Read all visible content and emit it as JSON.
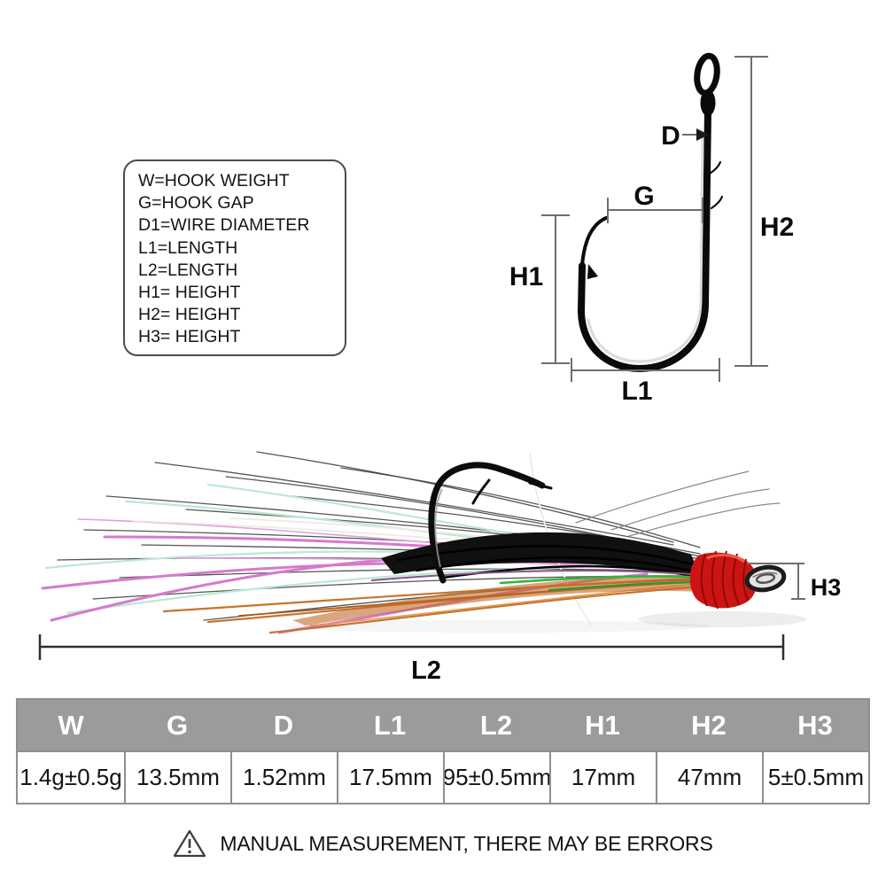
{
  "legend": {
    "lines": [
      "W=HOOK WEIGHT",
      "G=HOOK GAP",
      "D1=WIRE DIAMETER",
      "L1=LENGTH",
      "L2=LENGTH",
      "H1= HEIGHT",
      "H2= HEIGHT",
      "H3= HEIGHT"
    ]
  },
  "diagram": {
    "labels": {
      "d": "D",
      "g": "G",
      "h1": "H1",
      "h2": "H2",
      "l1": "L1"
    }
  },
  "photo": {
    "labels": {
      "h3": "H3",
      "l2": "L2"
    }
  },
  "table": {
    "headers": [
      "W",
      "G",
      "D",
      "L1",
      "L2",
      "H1",
      "H2",
      "H3"
    ],
    "values": [
      "1.4g±0.5g",
      "13.5mm",
      "1.52mm",
      "17.5mm",
      "95±0.5mm",
      "17mm",
      "47mm",
      "5±0.5mm"
    ]
  },
  "footer": {
    "icon": "warning-triangle-icon",
    "text": "MANUAL MEASUREMENT, THERE MAY BE ERRORS"
  },
  "colors": {
    "table_header_bg": "#9b9b9b",
    "table_border": "#8f8f8f",
    "wrap_red": "#cc1414",
    "wrap_red_dark": "#8c0a0a",
    "strand_pink": "#d779ce",
    "strand_mint": "#bce8d3",
    "strand_orange": "#c8732b",
    "strand_green": "#2eb83a",
    "hook_black": "#0a0a0a",
    "dimension_gray": "#6e6e6e"
  }
}
